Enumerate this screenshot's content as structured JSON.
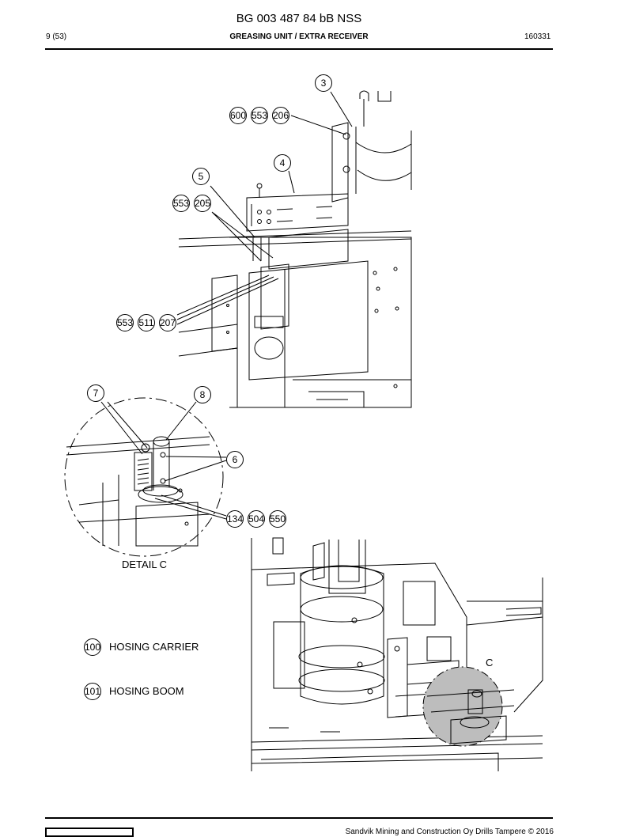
{
  "header": {
    "doc_title": "BG 003 487 84 bB NSS",
    "page": "9 (53)",
    "section": "GREASING UNIT / EXTRA RECEIVER",
    "code": "160331"
  },
  "callouts_top": [
    "3",
    "600",
    "553",
    "206",
    "4",
    "5",
    "553",
    "205",
    "553",
    "511",
    "207"
  ],
  "callouts_detail": [
    "7",
    "8",
    "6",
    "134",
    "504",
    "550"
  ],
  "detail_label": "DETAIL C",
  "detail_letter": "C",
  "legend": [
    {
      "num": "100",
      "text": "HOSING CARRIER"
    },
    {
      "num": "101",
      "text": "HOSING BOOM"
    }
  ],
  "footer": {
    "copyright": "Sandvik Mining and Construction Oy Drills Tampere © 2016"
  },
  "colors": {
    "line": "#000000",
    "highlight": "#bdbdbd"
  }
}
